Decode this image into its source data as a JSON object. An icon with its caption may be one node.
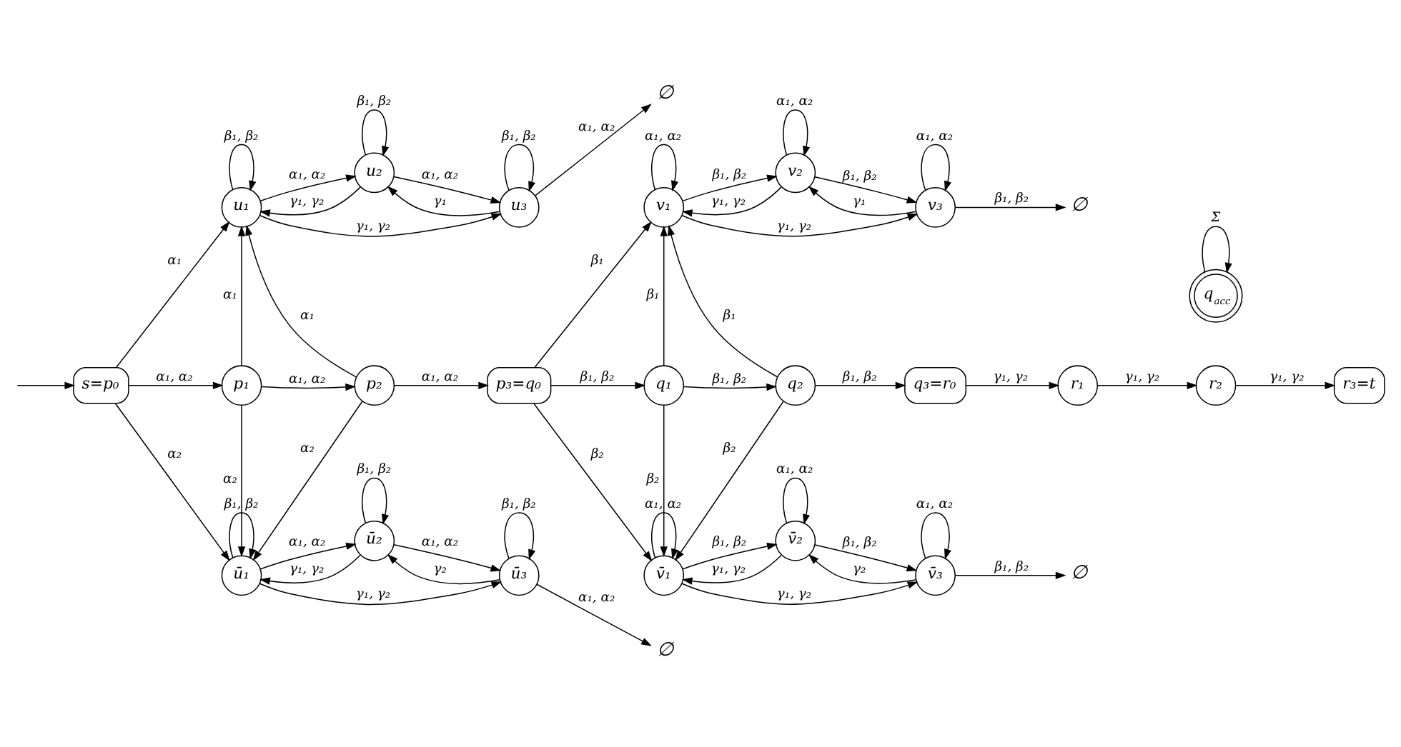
{
  "diagram": {
    "nodes": [
      {
        "text": [
          "∅"
        ]
      },
      {
        "text": [
          "∅"
        ]
      },
      {
        "text": [
          "u₁"
        ]
      },
      {
        "text": [
          "u₂"
        ]
      },
      {
        "text": [
          "u₃"
        ]
      },
      {
        "text": [
          "v₁"
        ]
      },
      {
        "text": [
          "v₂"
        ]
      },
      {
        "text": [
          "v₃"
        ]
      },
      {
        "text": [
          "s=p₀"
        ]
      },
      {
        "text": [
          "p₁"
        ]
      },
      {
        "text": [
          "p₂"
        ]
      },
      {
        "text": [
          "p₃=q₀"
        ]
      },
      {
        "text": [
          "q₁"
        ]
      },
      {
        "text": [
          "q₂"
        ]
      },
      {
        "text": [
          "q₃=r₀"
        ]
      },
      {
        "text": [
          "r₁"
        ]
      },
      {
        "text": [
          "r₂"
        ]
      },
      {
        "text": [
          "r₃=t"
        ]
      },
      {
        "text": [
          "ū₁"
        ]
      },
      {
        "text": [
          "ū₂"
        ]
      },
      {
        "text": [
          "ū₃"
        ]
      },
      {
        "text": [
          "v̄₁"
        ]
      },
      {
        "text": [
          "v̄₂"
        ]
      },
      {
        "text": [
          "v̄₃"
        ]
      },
      {
        "text": [
          "q$_{acc}$"
        ]
      },
      {
        "text": [
          "∅"
        ]
      },
      {
        "text": [
          "∅"
        ]
      }
    ],
    "edges": [
      {
        "from": null,
        "to": 8,
        "arrow": "to"
      },
      {
        "from": 8,
        "to": 9,
        "arrow": "to",
        "label": "α₁, α₂"
      },
      {
        "from": 9,
        "to": 10,
        "arrow": "to",
        "label": "α₁, α₂"
      },
      {
        "from": 10,
        "to": 11,
        "arrow": "to",
        "label": "α₁, α₂"
      },
      {
        "from": 11,
        "to": 12,
        "arrow": "to",
        "label": "β₁, β₂"
      },
      {
        "from": 12,
        "to": 13,
        "arrow": "to",
        "label": "β₁, β₂"
      },
      {
        "from": 13,
        "to": 14,
        "arrow": "to",
        "label": "β₁, β₂"
      },
      {
        "from": 14,
        "to": 15,
        "arrow": "to",
        "label": "γ₁, γ₂"
      },
      {
        "from": 15,
        "to": 16,
        "arrow": "to",
        "label": "γ₁, γ₂"
      },
      {
        "from": 16,
        "to": 17,
        "arrow": "to",
        "label": "γ₁, γ₂"
      },
      {
        "from": 8,
        "to": 2,
        "arrow": "to",
        "label": "α₁"
      },
      {
        "from": 9,
        "to": 2,
        "arrow": "to",
        "label": "α₁"
      },
      {
        "from": 10,
        "to": 2,
        "arrow": "to",
        "label": "α₁"
      },
      {
        "from": 8,
        "to": 18,
        "arrow": "to",
        "label": "α₂"
      },
      {
        "from": 9,
        "to": 18,
        "arrow": "to",
        "label": "α₂"
      },
      {
        "from": 10,
        "to": 18,
        "arrow": "to",
        "label": "α₂"
      },
      {
        "from": 11,
        "to": 5,
        "arrow": "to",
        "label": "β₁"
      },
      {
        "from": 12,
        "to": 5,
        "arrow": "to",
        "label": "β₁"
      },
      {
        "from": 13,
        "to": 5,
        "arrow": "to",
        "label": "β₁"
      },
      {
        "from": 11,
        "to": 21,
        "arrow": "to",
        "label": "β₂"
      },
      {
        "from": 12,
        "to": 21,
        "arrow": "to",
        "label": "β₂"
      },
      {
        "from": 13,
        "to": 21,
        "arrow": "to",
        "label": "β₂"
      },
      {
        "from": 2,
        "to": 2,
        "arrow": "to",
        "label": "β₁, β₂"
      },
      {
        "from": 3,
        "to": 3,
        "arrow": "to",
        "label": "β₁, β₂"
      },
      {
        "from": 4,
        "to": 4,
        "arrow": "to",
        "label": "β₁, β₂"
      },
      {
        "from": 2,
        "to": 3,
        "arrow": "to",
        "label": "α₁, α₂"
      },
      {
        "from": 3,
        "to": 2,
        "arrow": "to",
        "label": "γ₁, γ₂"
      },
      {
        "from": 3,
        "to": 4,
        "arrow": "to",
        "label": "α₁, α₂"
      },
      {
        "from": 4,
        "to": 3,
        "arrow": "to",
        "label": "γ₁"
      },
      {
        "from": 2,
        "to": 4,
        "arrow": "to",
        "label": "γ₁, γ₂"
      },
      {
        "from": 4,
        "to": 0,
        "arrow": "to",
        "label": "α₁, α₂"
      },
      {
        "from": 5,
        "to": 5,
        "arrow": "to",
        "label": "α₁, α₂"
      },
      {
        "from": 6,
        "to": 6,
        "arrow": "to",
        "label": "α₁, α₂"
      },
      {
        "from": 7,
        "to": 7,
        "arrow": "to",
        "label": "α₁, α₂"
      },
      {
        "from": 5,
        "to": 6,
        "arrow": "to",
        "label": "β₁, β₂"
      },
      {
        "from": 6,
        "to": 5,
        "arrow": "to",
        "label": "γ₁, γ₂"
      },
      {
        "from": 6,
        "to": 7,
        "arrow": "to",
        "label": "β₁, β₂"
      },
      {
        "from": 7,
        "to": 6,
        "arrow": "to",
        "label": "γ₁"
      },
      {
        "from": 5,
        "to": 7,
        "arrow": "to",
        "label": "γ₁, γ₂"
      },
      {
        "from": 7,
        "to": 1,
        "arrow": "to",
        "label": "β₁, β₂"
      },
      {
        "from": 18,
        "to": 18,
        "arrow": "to",
        "label": "β₁, β₂"
      },
      {
        "from": 19,
        "to": 19,
        "arrow": "to",
        "label": "β₁, β₂"
      },
      {
        "from": 20,
        "to": 20,
        "arrow": "to",
        "label": "β₁, β₂"
      },
      {
        "from": 19,
        "to": 18,
        "arrow": "to",
        "label": "γ₁, γ₂"
      },
      {
        "from": 18,
        "to": 19,
        "arrow": "to",
        "label": "α₁, α₂"
      },
      {
        "from": 20,
        "to": 19,
        "arrow": "to",
        "label": "γ₂"
      },
      {
        "from": 19,
        "to": 20,
        "arrow": "to",
        "label": "α₁, α₂"
      },
      {
        "from": 18,
        "to": 20,
        "arrow": "to",
        "label": "γ₁, γ₂"
      },
      {
        "from": 20,
        "to": 25,
        "arrow": "to",
        "label": "α₁, α₂"
      },
      {
        "from": 21,
        "to": 21,
        "arrow": "to",
        "label": "α₁, α₂"
      },
      {
        "from": 22,
        "to": 22,
        "arrow": "to",
        "label": "α₁, α₂"
      },
      {
        "from": 23,
        "to": 23,
        "arrow": "to",
        "label": "α₁, α₂"
      },
      {
        "from": 22,
        "to": 21,
        "arrow": "to",
        "label": "γ₁, γ₂"
      },
      {
        "from": 21,
        "to": 22,
        "arrow": "to",
        "label": "β₁, β₂"
      },
      {
        "from": 23,
        "to": 22,
        "arrow": "to",
        "label": "γ₂"
      },
      {
        "from": 22,
        "to": 23,
        "arrow": "to",
        "label": "β₁, β₂"
      },
      {
        "from": 21,
        "to": 23,
        "arrow": "to",
        "label": "γ₁, γ₂"
      },
      {
        "from": 23,
        "to": 26,
        "arrow": "to",
        "label": "β₁, β₂"
      },
      {
        "from": 24,
        "to": 24,
        "arrow": "to",
        "label": "Σ"
      }
    ]
  }
}
